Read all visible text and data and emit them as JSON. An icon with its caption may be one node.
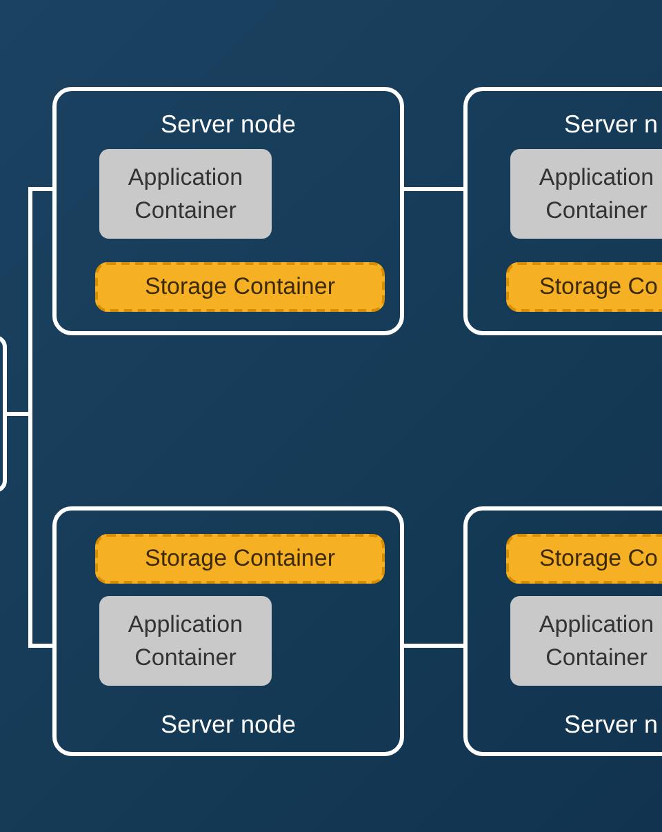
{
  "diagram": {
    "nodes": [
      {
        "text": [],
        "shape": "box"
      },
      {
        "text": [
          "Server node"
        ]
      },
      {
        "text": [
          "Application Container"
        ],
        "in": 1
      },
      {
        "text": [
          "Storage Container"
        ],
        "in": 1
      },
      {
        "text": [
          "Server n"
        ]
      },
      {
        "text": [
          "Application Container"
        ],
        "in": 4
      },
      {
        "text": [
          "Storage Co"
        ],
        "in": 4
      },
      {
        "text": [
          "Server node"
        ]
      },
      {
        "text": [
          "Storage Container"
        ],
        "in": 7
      },
      {
        "text": [
          "Application Container"
        ],
        "in": 7
      },
      {
        "text": [
          "Server n"
        ]
      },
      {
        "text": [
          "Storage Co"
        ],
        "in": 10
      },
      {
        "text": [
          "Application Container"
        ],
        "in": 10
      }
    ],
    "edges": [
      {
        "from": 0,
        "to": 1,
        "arrow": "none"
      },
      {
        "from": 0,
        "to": 7,
        "arrow": "none"
      },
      {
        "from": 1,
        "to": 4,
        "arrow": "none"
      },
      {
        "from": 7,
        "to": 10,
        "arrow": "none"
      }
    ]
  }
}
